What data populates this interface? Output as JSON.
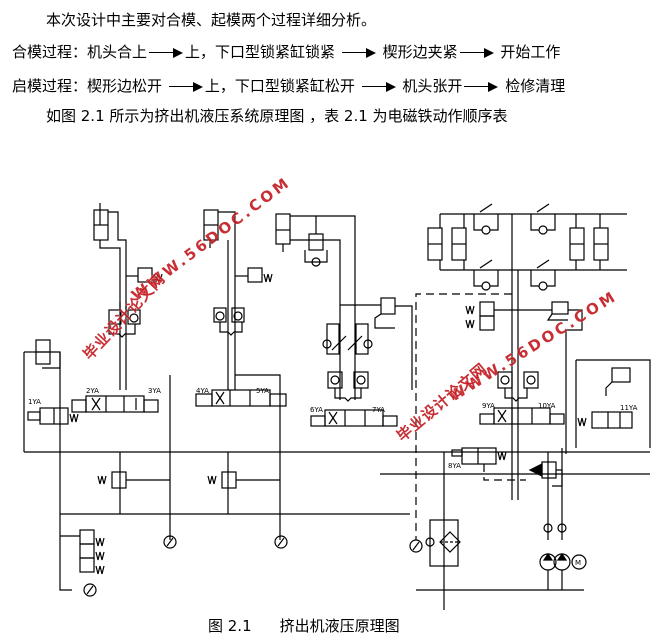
{
  "paragraphs": {
    "intro": "本次设计中主要对合模、起模两个过程详细分析。",
    "close_process": {
      "label": "合模过程：",
      "steps": [
        "机头合上",
        "上，下口型锁紧缸锁紧",
        "楔形边夹紧",
        "开始工作"
      ]
    },
    "open_process": {
      "label": "启模过程：",
      "steps": [
        "楔形边松开",
        "上，下口型锁紧缸松开",
        "机头张开",
        "检修清理"
      ]
    },
    "reference": "如图 2.1 所示为挤出机液压系统原理图 ，表 2.1 为电磁铁动作顺序表"
  },
  "figure": {
    "number": "图 2.1",
    "title": "挤出机液压原理图",
    "solenoid_labels": [
      "1YA",
      "2YA",
      "3YA",
      "4YA",
      "5YA",
      "6YA",
      "7YA",
      "8YA",
      "9YA",
      "10YA",
      "11YA"
    ],
    "motor_label": "M",
    "line_color": "#000000"
  },
  "watermarks": {
    "url": "WWW.56DOC.COM",
    "site": "毕业设计论文网",
    "color": "#c2191f"
  }
}
